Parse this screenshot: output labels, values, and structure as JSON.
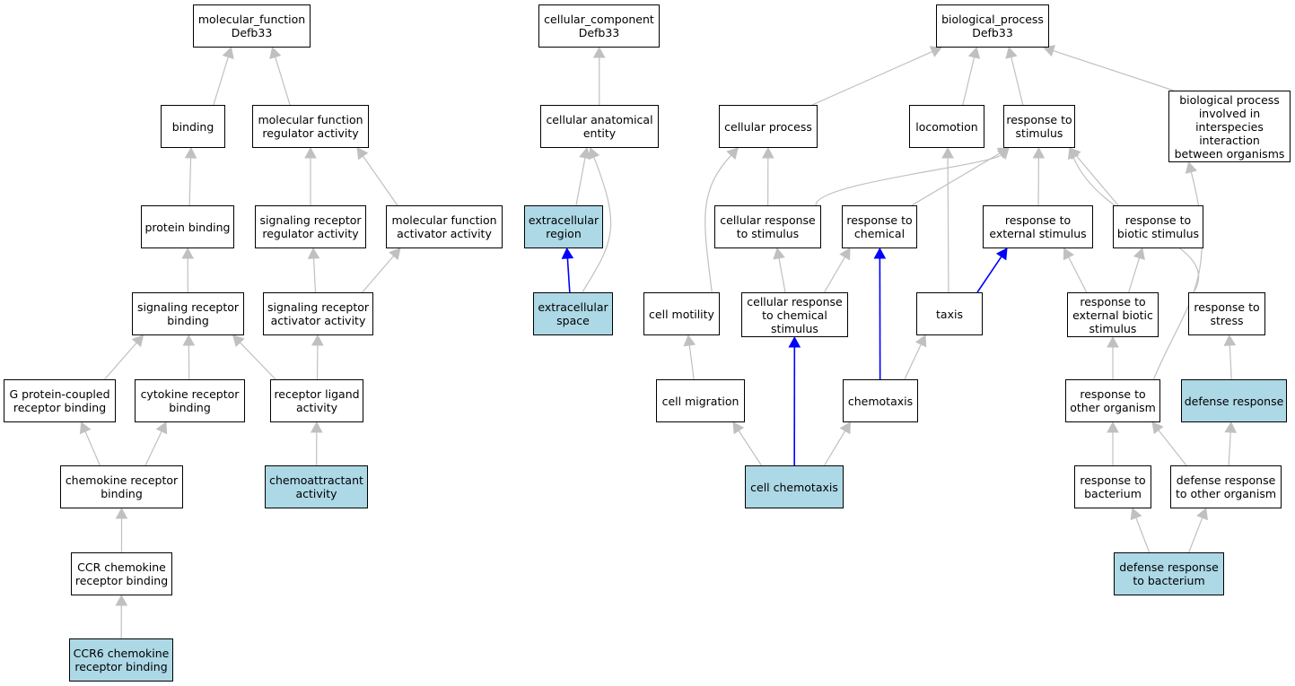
{
  "colors": {
    "highlight_fill": "#add8e6",
    "node_fill": "#ffffff",
    "edge_default": "#c0c0c0",
    "edge_path": "#0000ff",
    "border": "#000000"
  },
  "nodes": [
    {
      "id": "mf_root",
      "label": "molecular_function\nDefb33",
      "highlighted": false
    },
    {
      "id": "binding",
      "label": "binding",
      "highlighted": false
    },
    {
      "id": "mf_reg",
      "label": "molecular function\nregulator activity",
      "highlighted": false
    },
    {
      "id": "protein_binding",
      "label": "protein binding",
      "highlighted": false
    },
    {
      "id": "sig_rec_reg",
      "label": "signaling receptor\nregulator activity",
      "highlighted": false
    },
    {
      "id": "mf_act",
      "label": "molecular function\nactivator activity",
      "highlighted": false
    },
    {
      "id": "sig_rec_binding",
      "label": "signaling receptor\nbinding",
      "highlighted": false
    },
    {
      "id": "sig_rec_act",
      "label": "signaling receptor\nactivator activity",
      "highlighted": false
    },
    {
      "id": "gpcr_binding",
      "label": "G protein-coupled\nreceptor binding",
      "highlighted": false
    },
    {
      "id": "cyto_rec_binding",
      "label": "cytokine receptor\nbinding",
      "highlighted": false
    },
    {
      "id": "rec_ligand",
      "label": "receptor ligand\nactivity",
      "highlighted": false
    },
    {
      "id": "chemokine_rec_binding",
      "label": "chemokine receptor\nbinding",
      "highlighted": false
    },
    {
      "id": "chemoattractant",
      "label": "chemoattractant\nactivity",
      "highlighted": true
    },
    {
      "id": "ccr_binding",
      "label": "CCR chemokine\nreceptor binding",
      "highlighted": false
    },
    {
      "id": "ccr6_binding",
      "label": "CCR6 chemokine\nreceptor binding",
      "highlighted": true
    },
    {
      "id": "cc_root",
      "label": "cellular_component\nDefb33",
      "highlighted": false
    },
    {
      "id": "cae",
      "label": "cellular anatomical\nentity",
      "highlighted": false
    },
    {
      "id": "ex_region",
      "label": "extracellular\nregion",
      "highlighted": true
    },
    {
      "id": "ex_space",
      "label": "extracellular\nspace",
      "highlighted": true
    },
    {
      "id": "bp_root",
      "label": "biological_process\nDefb33",
      "highlighted": false
    },
    {
      "id": "cell_process",
      "label": "cellular process",
      "highlighted": false
    },
    {
      "id": "locomotion",
      "label": "locomotion",
      "highlighted": false
    },
    {
      "id": "resp_stim",
      "label": "response to\nstimulus",
      "highlighted": false
    },
    {
      "id": "bp_interspecies",
      "label": "biological process\ninvolved in\ninterspecies\ninteraction\nbetween organisms",
      "highlighted": false
    },
    {
      "id": "cell_resp_stim",
      "label": "cellular response\nto stimulus",
      "highlighted": false
    },
    {
      "id": "resp_chem",
      "label": "response to\nchemical",
      "highlighted": false
    },
    {
      "id": "resp_ext",
      "label": "response to\nexternal stimulus",
      "highlighted": false
    },
    {
      "id": "resp_biotic",
      "label": "response to\nbiotic stimulus",
      "highlighted": false
    },
    {
      "id": "cell_motility",
      "label": "cell motility",
      "highlighted": false
    },
    {
      "id": "cell_resp_chem",
      "label": "cellular response\nto chemical\nstimulus",
      "highlighted": false
    },
    {
      "id": "taxis",
      "label": "taxis",
      "highlighted": false
    },
    {
      "id": "resp_ext_biotic",
      "label": "response to\nexternal biotic\nstimulus",
      "highlighted": false
    },
    {
      "id": "resp_stress",
      "label": "response to\nstress",
      "highlighted": false
    },
    {
      "id": "cell_migration",
      "label": "cell migration",
      "highlighted": false
    },
    {
      "id": "chemotaxis",
      "label": "chemotaxis",
      "highlighted": false
    },
    {
      "id": "resp_other_org",
      "label": "response to\nother organism",
      "highlighted": false
    },
    {
      "id": "defense_resp",
      "label": "defense response",
      "highlighted": true
    },
    {
      "id": "cell_chemotaxis",
      "label": "cell chemotaxis",
      "highlighted": true
    },
    {
      "id": "resp_bacterium",
      "label": "response to\nbacterium",
      "highlighted": false
    },
    {
      "id": "def_other_org",
      "label": "defense response\nto other organism",
      "highlighted": false
    },
    {
      "id": "def_bacterium",
      "label": "defense response\nto bacterium",
      "highlighted": true
    }
  ],
  "edges": [
    {
      "from": "binding",
      "to": "mf_root",
      "path": false
    },
    {
      "from": "mf_reg",
      "to": "mf_root",
      "path": false
    },
    {
      "from": "protein_binding",
      "to": "binding",
      "path": false
    },
    {
      "from": "sig_rec_reg",
      "to": "mf_reg",
      "path": false
    },
    {
      "from": "mf_act",
      "to": "mf_reg",
      "path": false
    },
    {
      "from": "sig_rec_binding",
      "to": "protein_binding",
      "path": false
    },
    {
      "from": "sig_rec_act",
      "to": "sig_rec_reg",
      "path": false
    },
    {
      "from": "sig_rec_act",
      "to": "mf_act",
      "path": false
    },
    {
      "from": "gpcr_binding",
      "to": "sig_rec_binding",
      "path": false
    },
    {
      "from": "cyto_rec_binding",
      "to": "sig_rec_binding",
      "path": false
    },
    {
      "from": "rec_ligand",
      "to": "sig_rec_binding",
      "path": false
    },
    {
      "from": "rec_ligand",
      "to": "sig_rec_act",
      "path": false
    },
    {
      "from": "chemokine_rec_binding",
      "to": "gpcr_binding",
      "path": false
    },
    {
      "from": "chemokine_rec_binding",
      "to": "cyto_rec_binding",
      "path": false
    },
    {
      "from": "chemoattractant",
      "to": "rec_ligand",
      "path": false
    },
    {
      "from": "ccr_binding",
      "to": "chemokine_rec_binding",
      "path": false
    },
    {
      "from": "ccr6_binding",
      "to": "ccr_binding",
      "path": false
    },
    {
      "from": "cae",
      "to": "cc_root",
      "path": false
    },
    {
      "from": "ex_region",
      "to": "cae",
      "path": false
    },
    {
      "from": "ex_space",
      "to": "cae",
      "path": false,
      "curve": "right"
    },
    {
      "from": "ex_space",
      "to": "ex_region",
      "path": true
    },
    {
      "from": "cell_process",
      "to": "bp_root",
      "path": false
    },
    {
      "from": "locomotion",
      "to": "bp_root",
      "path": false
    },
    {
      "from": "resp_stim",
      "to": "bp_root",
      "path": false
    },
    {
      "from": "bp_interspecies",
      "to": "bp_root",
      "path": false
    },
    {
      "from": "cell_resp_stim",
      "to": "cell_process",
      "path": false
    },
    {
      "from": "cell_resp_stim",
      "to": "resp_stim",
      "path": false,
      "curve": "up"
    },
    {
      "from": "resp_chem",
      "to": "resp_stim",
      "path": false
    },
    {
      "from": "resp_ext",
      "to": "resp_stim",
      "path": false
    },
    {
      "from": "resp_biotic",
      "to": "resp_stim",
      "path": false
    },
    {
      "from": "cell_motility",
      "to": "cell_process",
      "path": false,
      "curve": "left"
    },
    {
      "from": "cell_resp_chem",
      "to": "cell_resp_stim",
      "path": false
    },
    {
      "from": "cell_resp_chem",
      "to": "resp_chem",
      "path": false
    },
    {
      "from": "taxis",
      "to": "locomotion",
      "path": false
    },
    {
      "from": "taxis",
      "to": "resp_ext",
      "path": true
    },
    {
      "from": "resp_ext_biotic",
      "to": "resp_ext",
      "path": false
    },
    {
      "from": "resp_ext_biotic",
      "to": "resp_biotic",
      "path": false
    },
    {
      "from": "resp_stress",
      "to": "resp_stim",
      "path": false,
      "curve": "right"
    },
    {
      "from": "cell_migration",
      "to": "cell_motility",
      "path": false
    },
    {
      "from": "chemotaxis",
      "to": "resp_chem",
      "path": true
    },
    {
      "from": "chemotaxis",
      "to": "taxis",
      "path": false
    },
    {
      "from": "resp_other_org",
      "to": "resp_ext_biotic",
      "path": false
    },
    {
      "from": "resp_other_org",
      "to": "bp_interspecies",
      "path": false,
      "curve": "right"
    },
    {
      "from": "defense_resp",
      "to": "resp_stress",
      "path": false
    },
    {
      "from": "cell_chemotaxis",
      "to": "cell_migration",
      "path": false
    },
    {
      "from": "cell_chemotaxis",
      "to": "cell_resp_chem",
      "path": true
    },
    {
      "from": "cell_chemotaxis",
      "to": "chemotaxis",
      "path": false
    },
    {
      "from": "resp_bacterium",
      "to": "resp_other_org",
      "path": false
    },
    {
      "from": "def_other_org",
      "to": "resp_other_org",
      "path": false
    },
    {
      "from": "def_other_org",
      "to": "defense_resp",
      "path": false
    },
    {
      "from": "def_bacterium",
      "to": "resp_bacterium",
      "path": false
    },
    {
      "from": "def_bacterium",
      "to": "def_other_org",
      "path": false
    }
  ]
}
